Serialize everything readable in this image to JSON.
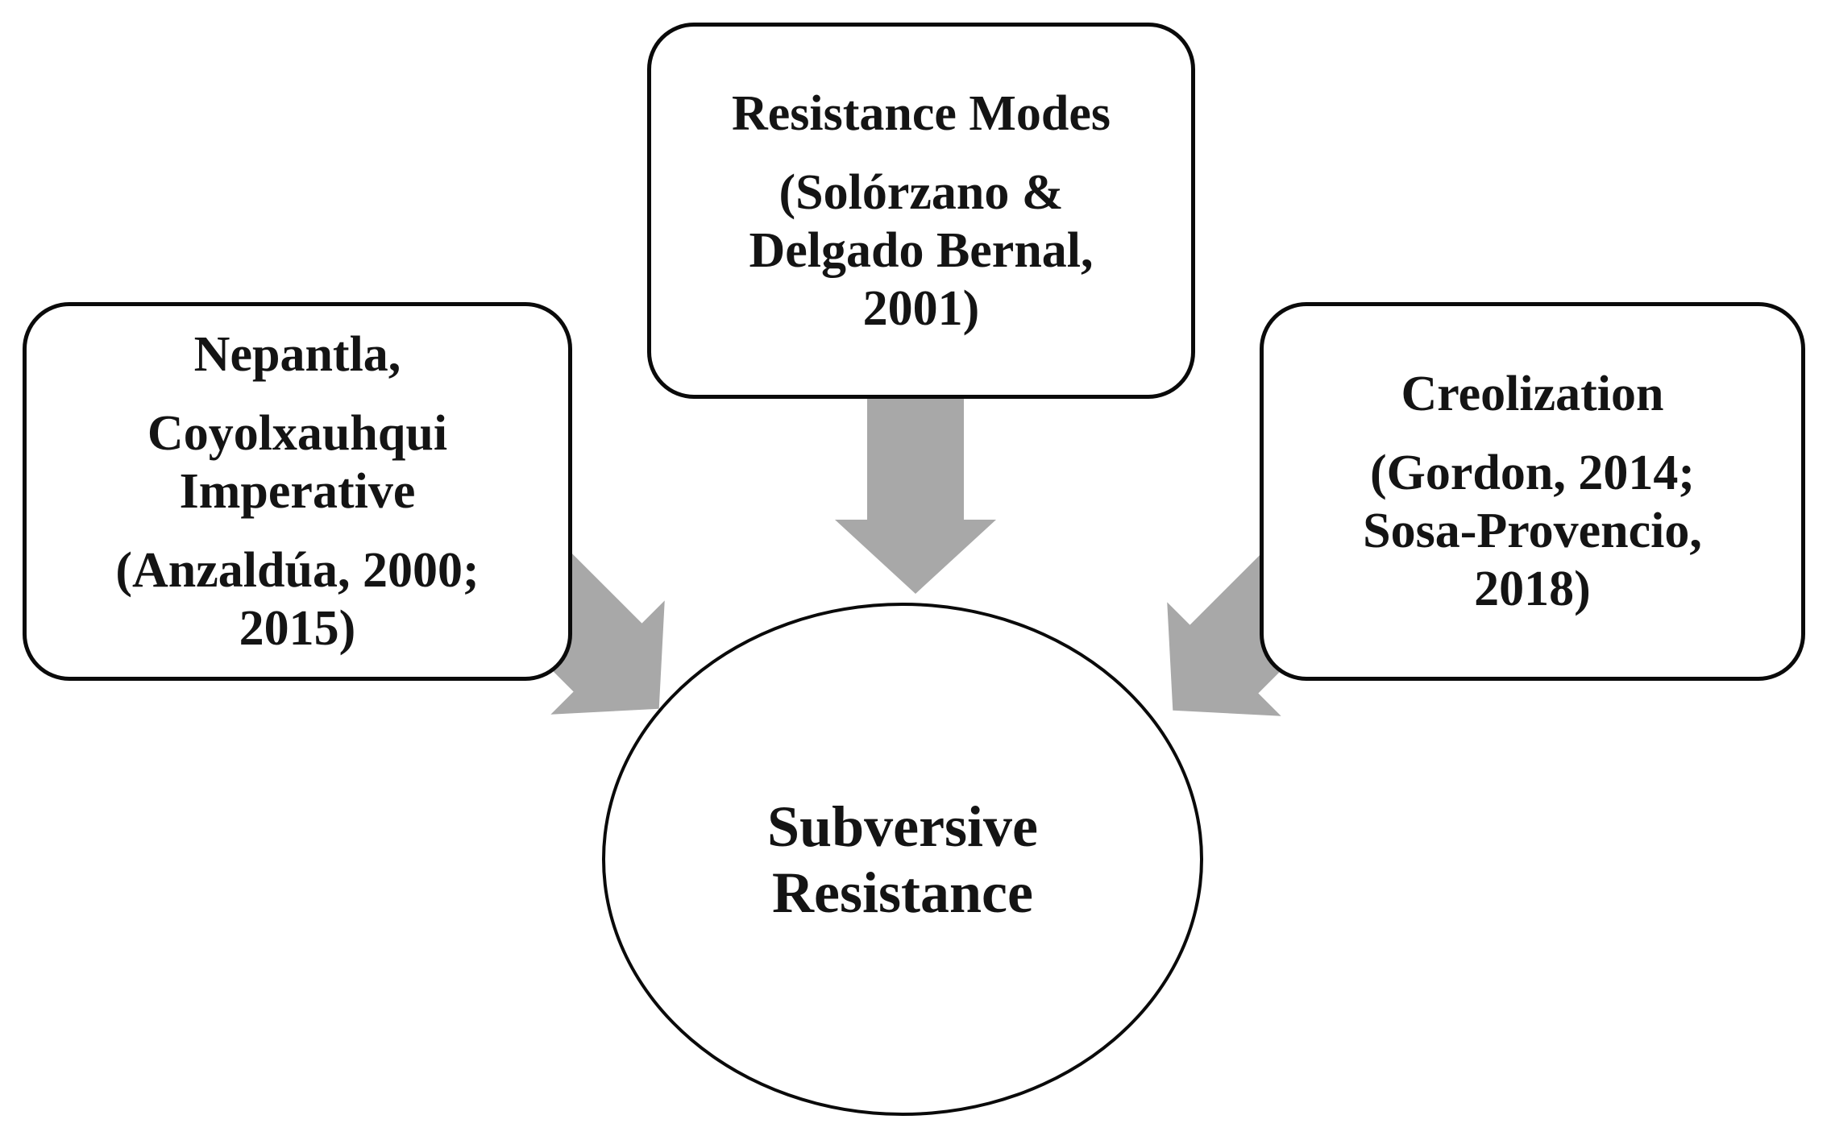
{
  "figure": {
    "background_color": "#ffffff",
    "line_color": "#0a0a0a",
    "arrow_color": "#a8a8a8",
    "text_color": "#141414"
  },
  "nodes": {
    "resistance_modes": {
      "title": "Resistance Modes",
      "citation": "(Solórzano &\nDelgado Bernal,\n2001)"
    },
    "nepantla": {
      "title": "Nepantla,",
      "subtitle": "Coyolxauhqui\nImperative",
      "citation": "(Anzaldúa, 2000;\n2015)"
    },
    "creolization": {
      "title": "Creolization",
      "citation": "(Gordon, 2014;\nSosa-Provencio,\n2018)"
    },
    "subversive_resistance": {
      "label": "Subversive\nResistance"
    }
  },
  "connections": [
    {
      "from": "nepantla",
      "to": "subversive_resistance",
      "type": "block-arrow",
      "direction": "down-right"
    },
    {
      "from": "resistance_modes",
      "to": "subversive_resistance",
      "type": "block-arrow",
      "direction": "down"
    },
    {
      "from": "creolization",
      "to": "subversive_resistance",
      "type": "block-arrow",
      "direction": "down-left"
    }
  ]
}
